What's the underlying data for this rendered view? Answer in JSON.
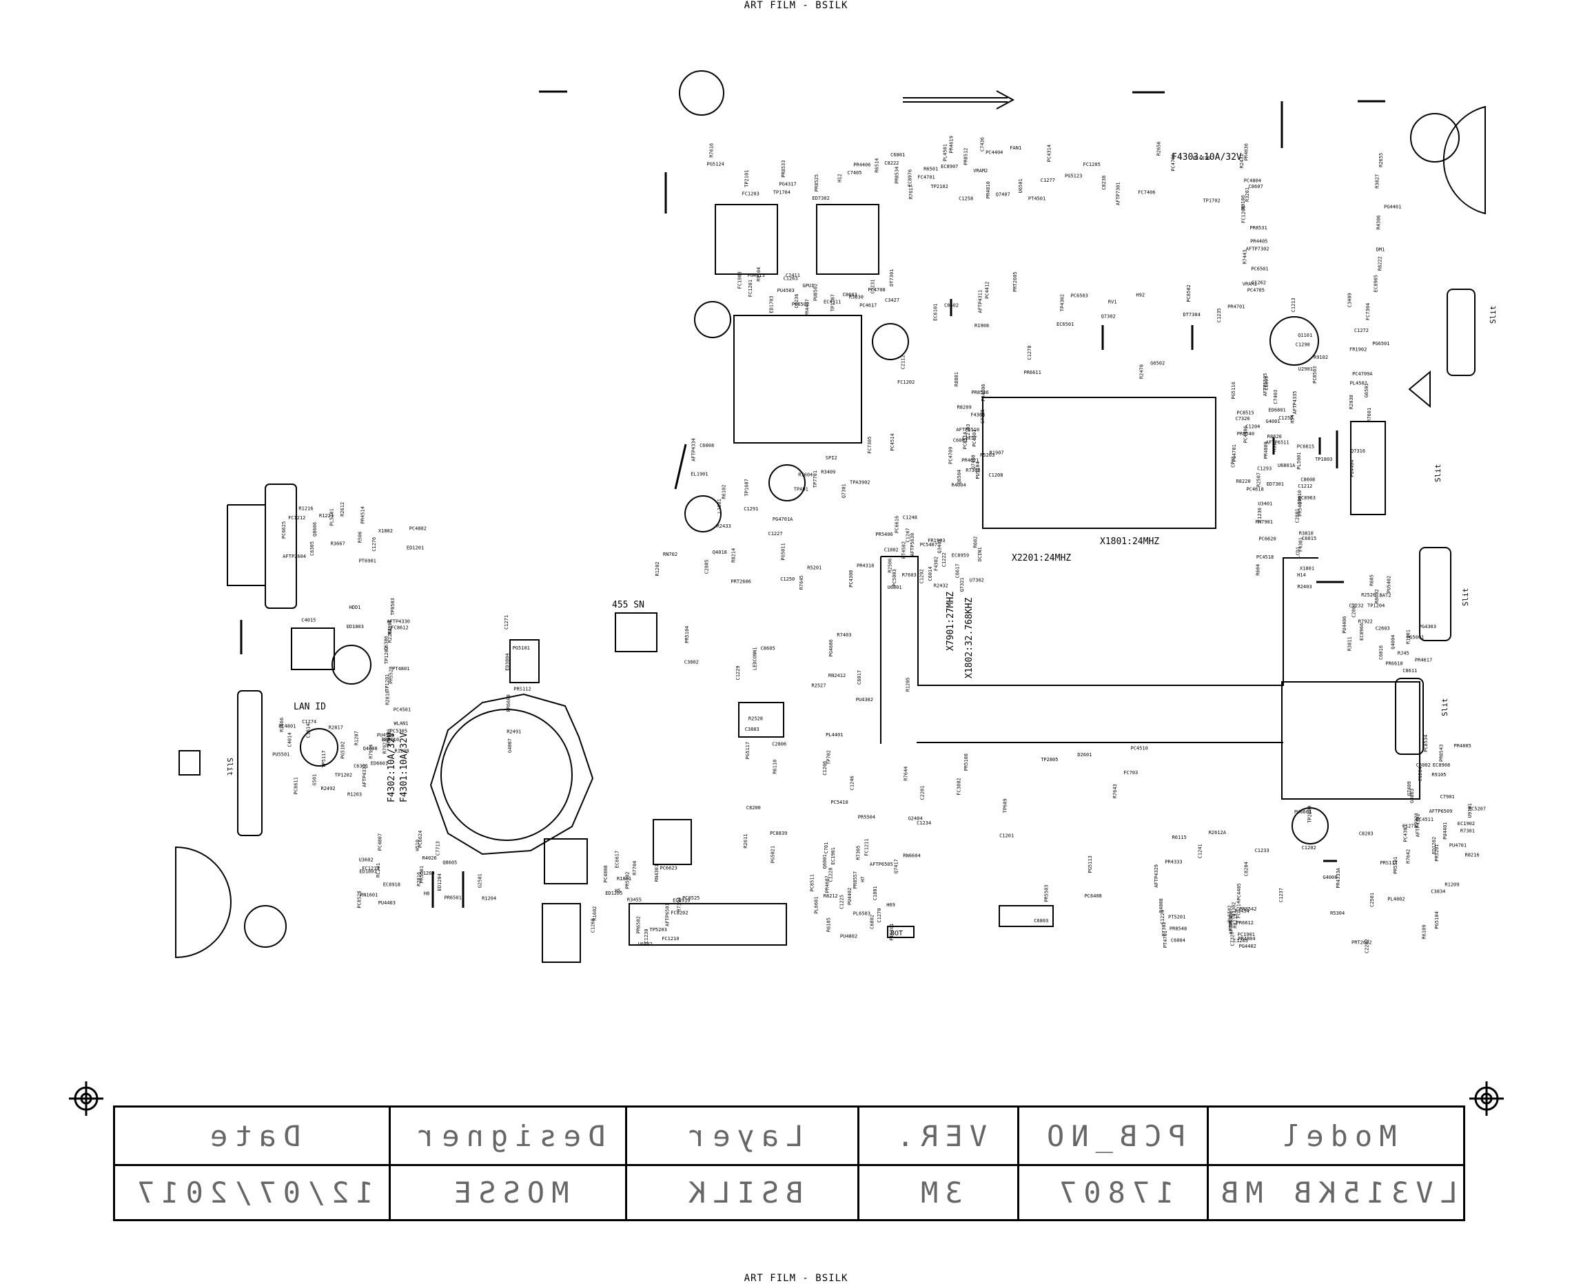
{
  "header": {
    "top": "ART FILM - BSILK",
    "bottom": "ART FILM - BSILK"
  },
  "board": {
    "big_labels": {
      "fuse_top": "F4303:10A/32V",
      "fuse_left_1": "F4302:10A/32V",
      "fuse_left_2": "F4301:10A/32V",
      "x1801": "X1801:24MHZ",
      "x2201": "X2201:24MHZ",
      "x7901": "X7901:27MHZ",
      "x1802": "X1802:32.768KHZ",
      "lan_id": "LAN ID",
      "sn": "455 SN",
      "bot": "BOT",
      "slit_1": "Slit",
      "slit_2": "Slit",
      "slit_3": "Slit",
      "slit_4": "Slit",
      "slit_left": "Slit"
    },
    "ref_labels": [
      "H12",
      "VRAM2",
      "VRAM1",
      "GPU1",
      "H92",
      "H54",
      "TP7701",
      "U6801",
      "RN7901",
      "R7922",
      "R7645",
      "R7644",
      "R7643",
      "R7642",
      "R7923",
      "R7924",
      "PT6901",
      "C7713",
      "R7704",
      "PL6503",
      "PL6502",
      "C7901",
      "C2103",
      "CPU1",
      "TP1704",
      "TP1702",
      "DM1",
      "FC1903",
      "R1908",
      "FR1902",
      "EL1901",
      "FR1903",
      "H14",
      "BAT2",
      "PC4308",
      "PC8839",
      "AFTP4329",
      "AFTP4331",
      "AFTP4330",
      "AFTP4332",
      "R2612",
      "H510",
      "H5",
      "Q6001",
      "R4008",
      "G4003",
      "R4004",
      "G4001",
      "EC8976",
      "FAN1",
      "R2431",
      "C2411",
      "EC6501",
      "G6501",
      "R2433",
      "R2432",
      "R2403",
      "C2603",
      "RN2412",
      "G2404",
      "D2601",
      "C2501",
      "R2491",
      "R2492",
      "AFTP2604",
      "G2501",
      "RN4301",
      "H7",
      "KBBL1",
      "EC8908",
      "Q6504",
      "H91",
      "PL4501",
      "PT4501",
      "PC4804",
      "PU4503",
      "PRT2605",
      "PL4502",
      "PC4514",
      "PT4502",
      "PC4518",
      "PU4406",
      "PRT2606",
      "PL4401",
      "PC4405",
      "PG5104",
      "C6306",
      "C6301",
      "C6305",
      "PU4403",
      "AFTP6501",
      "AFTP6505",
      "AFTP6506",
      "AFTP6509",
      "AFTP6510",
      "AFTP6511",
      "R6514",
      "EC8907",
      "EC8905",
      "C1231",
      "C1235",
      "C1213",
      "C1227",
      "C1222",
      "C1212",
      "TP1204",
      "C1250",
      "C1246",
      "C1234",
      "C1237",
      "TP1203",
      "R1203",
      "R1216",
      "R1204",
      "C1230",
      "C1225",
      "C1224",
      "U9101",
      "PU5104",
      "PG5116",
      "PG5124",
      "PG5123",
      "R9106",
      "R9104",
      "EC6101",
      "R9102",
      "TPAD1",
      "EC8959",
      "EC8963",
      "EC8966",
      "LEDCONN1",
      "C1206",
      "C1241",
      "C1273",
      "C1271",
      "C1274",
      "C1276",
      "C1269",
      "C1268",
      "C1270",
      "C1265",
      "C1264",
      "C1208",
      "C1204",
      "FC1203",
      "FC1205",
      "FC1206",
      "FC1201",
      "FC1202",
      "C1290",
      "C1291",
      "C1292",
      "C1293",
      "R1201",
      "R1202",
      "R1205",
      "C1201",
      "C1202",
      "TP1201",
      "TP1202",
      "ED1201",
      "ED1204",
      "ED1205",
      "H69",
      "C7327",
      "C7323",
      "C7325",
      "C7326",
      "C7436",
      "Q7407",
      "R3827",
      "R3830",
      "Q7302",
      "Q7316",
      "Q7301",
      "Q7321",
      "C2801",
      "C2802",
      "C2805",
      "C2806",
      "TP2805",
      "TP2804",
      "R2818",
      "R2817",
      "R2808",
      "R2816",
      "R7394",
      "R7305",
      "R7302",
      "R7301",
      "R7308",
      "ED7301",
      "ED7302",
      "AFTP7301",
      "AFTP7302",
      "DT7301",
      "DT7304",
      "FC7304",
      "FC7305",
      "U7302",
      "R3810",
      "R3811",
      "C3802",
      "C3803",
      "FC3802",
      "C3834",
      "ED3804",
      "R3666",
      "R3667",
      "U3602",
      "R3455",
      "Q7417",
      "R3454",
      "Q7409",
      "Q7408",
      "C7403",
      "C7405",
      "FC7406",
      "R7443",
      "C3427",
      "R2470",
      "C3409",
      "R3409",
      "Q3401",
      "U3401",
      "RJ45",
      "R5201",
      "C701",
      "FC703",
      "R5304",
      "PC5305",
      "G501",
      "R506",
      "RC201",
      "U6802",
      "RN6604",
      "U3302",
      "PC4303",
      "F4303",
      "AFTP5505",
      "PG4317",
      "PC4314",
      "R4306",
      "EC4311",
      "AFTP4311",
      "AFTP4335",
      "AFTP4334",
      "DCIN1",
      "LCD1",
      "PG4303",
      "PR4318",
      "PU4302",
      "PR4333",
      "PR4333A",
      "PC4306",
      "C1814",
      "ED1803",
      "ED1801",
      "R1801",
      "C1801",
      "PT4701",
      "PU4701",
      "PC4709",
      "PG4701",
      "FC4701",
      "PC4706",
      "PC4705",
      "PC4708",
      "TP4302",
      "TP1803",
      "L1801",
      "C1802",
      "X1801",
      "PR4617",
      "PG4606",
      "PR4607",
      "PC6408",
      "PU6601",
      "PR6609",
      "PR6610",
      "PC6625",
      "PC6624",
      "PC6623",
      "PL6601",
      "PR6612",
      "PC5207",
      "PR4621",
      "PC4618",
      "PR4619",
      "PC4616",
      "PR4636",
      "PC4617",
      "PR6611",
      "PC6615",
      "PC6616",
      "C6617",
      "PC6620",
      "PR6618",
      "R8214",
      "C8200",
      "C8204",
      "C8203",
      "FC8612",
      "PC8611",
      "Q8606",
      "Q8605",
      "FC8202",
      "R8212",
      "R8213",
      "R8216",
      "R8209",
      "R8220",
      "C8222",
      "C8238",
      "R8222",
      "C8236",
      "PR4701",
      "PC4709A",
      "PG4701A",
      "PC5003",
      "PL5001",
      "PG5001",
      "PG5011",
      "PG5021",
      "C2201",
      "C2202",
      "R2204",
      "C4014",
      "C4015",
      "R4026",
      "TP5203",
      "FT5201",
      "PT5201",
      "PR5201",
      "R5203",
      "R8620",
      "R7616",
      "R7617",
      "C8607",
      "C8603",
      "C8602",
      "R7601",
      "R7604",
      "R7603",
      "C8608",
      "C8611",
      "C8605",
      "R2611",
      "R2612A",
      "G4008",
      "G4007",
      "Q4008",
      "X1802",
      "RN1601",
      "R1602",
      "EC1901",
      "FC1901",
      "EC1902",
      "R1907",
      "U6801A",
      "TP2101",
      "TP2102",
      "R3201",
      "TP1707",
      "C2112",
      "R2038",
      "TP1607",
      "R602",
      "R604",
      "R605",
      "RN702",
      "TP702",
      "TP609",
      "PL4802",
      "PT4801",
      "PC4801",
      "PC4802",
      "PC4807",
      "PC4808",
      "PU4802",
      "PR4804",
      "PR4805",
      "PR4806",
      "PR4809",
      "PR4810",
      "R2656",
      "R2655",
      "ED1703",
      "RV1",
      "Q1101",
      "TPA3902",
      "AFTP5630",
      "Q4010",
      "Q4004",
      "Q4018",
      "PR5504",
      "PR5503",
      "PR5501",
      "PR5520",
      "PU5501",
      "TP8503",
      "PC8528",
      "PC8525",
      "PC8511",
      "PR8548",
      "PC8534",
      "PC8514",
      "PC8515",
      "PR8525",
      "PR8512",
      "PR8531",
      "PU8502",
      "PC8502",
      "PC8503",
      "PR5406",
      "PC5407",
      "PR5407",
      "PU5402",
      "PR5104",
      "PC5410",
      "PR5108",
      "PRT2602",
      "PG5101",
      "PG5102",
      "PL5101",
      "PR5101",
      "PR5102",
      "PU4402",
      "PG4402",
      "PU4401",
      "PC4403",
      "PC4406",
      "PR4406",
      "PC4404",
      "PR4405",
      "PR4407",
      "G6502",
      "U2901",
      "SPI2",
      "R2506",
      "R2507",
      "R2526",
      "R2527",
      "R2528",
      "PC4510",
      "PC4511",
      "PC4501",
      "PU4501",
      "PR4514",
      "PR6501",
      "PR6502",
      "PR8557",
      "PR8542",
      "PR8543",
      "PR8546",
      "PR8540",
      "PR8533",
      "PR8534",
      "PG4401",
      "PG4413",
      "PC4412",
      "PG4404",
      "C6008",
      "C6014",
      "C6015",
      "C6016",
      "C6017",
      "R6110",
      "R6115",
      "R6109",
      "WLAN1",
      "ED6601",
      "HDD1",
      "H8",
      "EC6617",
      "R6105",
      "C6004",
      "C6002",
      "C6003",
      "C6005",
      "R6501",
      "U6501",
      "PC6501",
      "PC6502",
      "PC6503",
      "PG6501",
      "R6102",
      "F4302",
      "F4301",
      "R8602",
      "R7403",
      "PG5117",
      "PG5113",
      "PRS117",
      "PRS112",
      "TP5117",
      "FC1212",
      "FC1213",
      "FC1210",
      "FC1211",
      "FC1214",
      "ED1202",
      "C1257",
      "C1256",
      "C1258",
      "C1277",
      "C1262",
      "C1263",
      "C1278",
      "C1272",
      "C1248",
      "C1247",
      "C1236",
      "C1232",
      "C1229",
      "C1228",
      "C1233",
      "R1209",
      "R1208",
      "R1207",
      "R1221",
      "EC8918",
      "EC8919",
      "C6802",
      "C6803",
      "R9105",
      "R8801",
      "ED6801",
      "C6801"
    ]
  },
  "title_block": {
    "headers": [
      "Date",
      "Designer",
      "Layer",
      "VER.",
      "PCB_NO",
      "Model"
    ],
    "values": [
      "12/07/2017",
      "MOSSE",
      "BSILK",
      "3M",
      "17807",
      "LV315KB MB"
    ]
  }
}
